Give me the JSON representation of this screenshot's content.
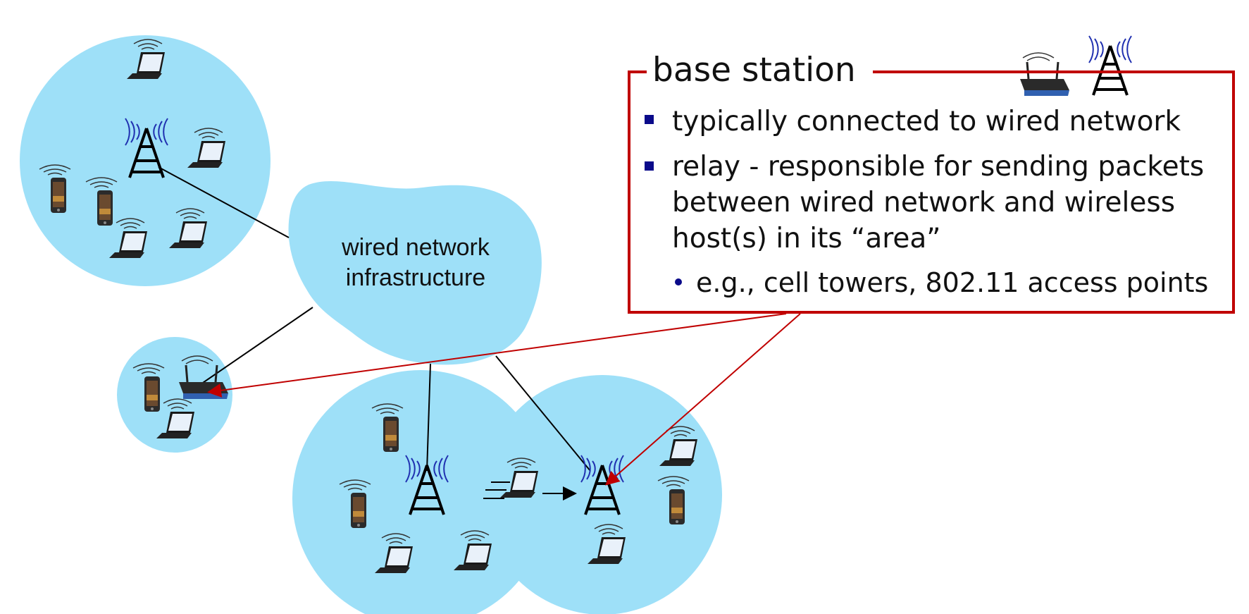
{
  "cloud": {
    "line1": "wired network",
    "line2": "infrastructure"
  },
  "base_station": {
    "title": "base station",
    "bullets": [
      {
        "text": "typically connected to wired network"
      },
      {
        "lines": [
          "relay - responsible for sending packets",
          "between wired network and wireless",
          "host(s) in its “area”"
        ]
      }
    ],
    "sub_bullets": [
      "e.g., cell towers,  802.11 access points"
    ]
  },
  "colors": {
    "cell_fill": "#9ee0f8",
    "box_border": "#c00000",
    "arrow": "#c00000",
    "bullet": "#0a0a8a"
  },
  "icons": [
    "laptop-icon",
    "smartphone-icon",
    "cell-tower-icon",
    "wifi-router-icon",
    "signal-waves-icon"
  ]
}
